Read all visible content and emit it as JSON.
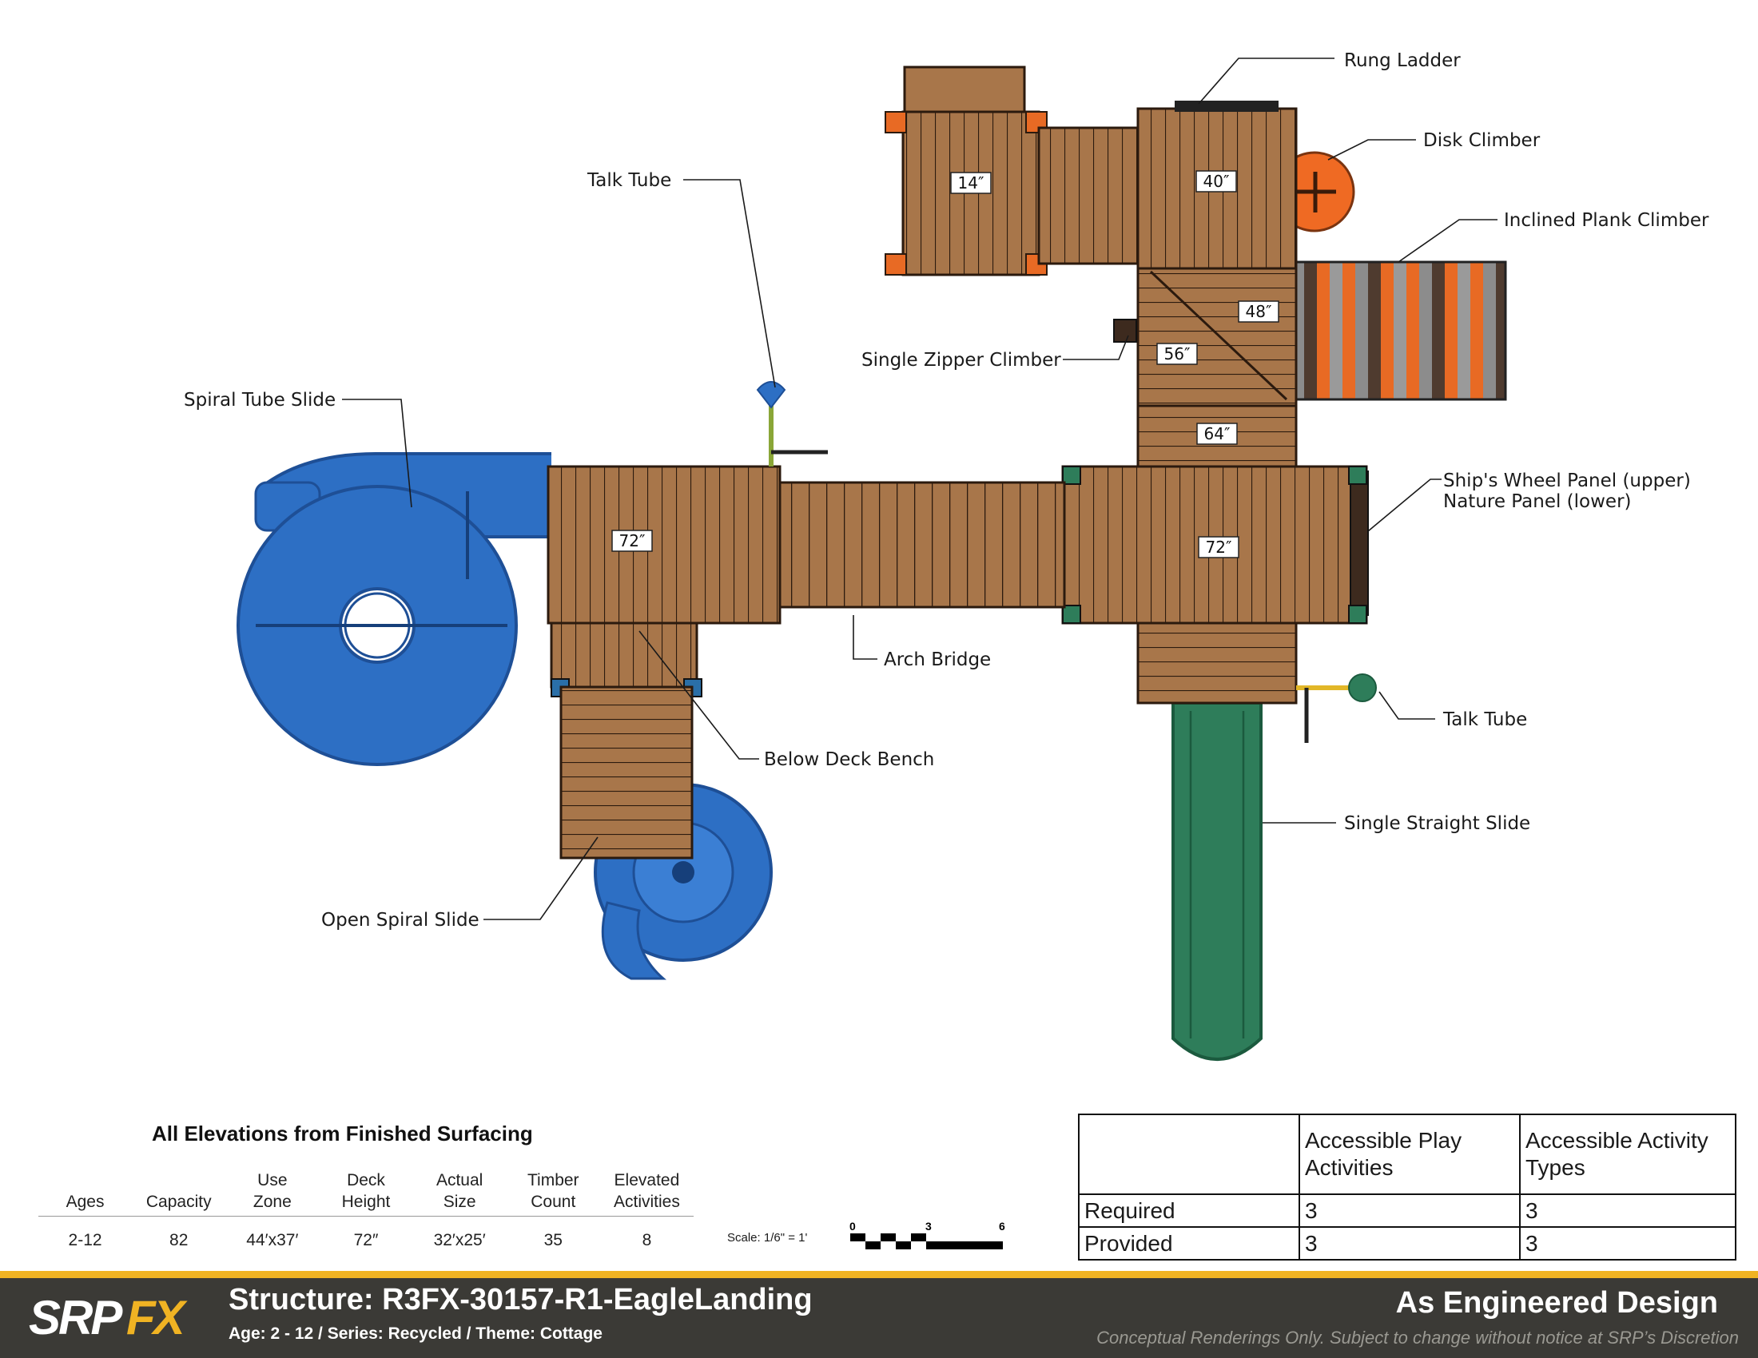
{
  "callouts": {
    "rung_ladder": "Rung Ladder",
    "disk_climber": "Disk Climber",
    "inclined_plank_climber": "Inclined Plank Climber",
    "talk_tube_top": "Talk Tube",
    "single_zipper_climber": "Single Zipper Climber",
    "spiral_tube_slide": "Spiral Tube Slide",
    "ships_wheel_panel": "Ship's Wheel Panel (upper)",
    "nature_panel": "Nature Panel (lower)",
    "arch_bridge": "Arch Bridge",
    "talk_tube_right": "Talk Tube",
    "below_deck_bench": "Below Deck Bench",
    "single_straight_slide": "Single Straight Slide",
    "open_spiral_slide": "Open Spiral Slide"
  },
  "deck_heights": {
    "d14": "14″",
    "d40": "40″",
    "d48": "48″",
    "d56": "56″",
    "d64": "64″",
    "d72_left": "72″",
    "d72_right": "72″"
  },
  "elevations_title": "All Elevations from Finished Surfacing",
  "specs": {
    "headers": [
      "Ages",
      "Capacity",
      "Use\nZone",
      "Deck\nHeight",
      "Actual\nSize",
      "Timber\nCount",
      "Elevated\nActivities"
    ],
    "values": [
      "2-12",
      "82",
      "44′x37′",
      "72″",
      "32′x25′",
      "35",
      "8"
    ]
  },
  "scale": {
    "label": "Scale: 1/6\" = 1'",
    "ticks": [
      "0",
      "3",
      "6"
    ]
  },
  "accessibility": {
    "col1": "Accessible Play Activities",
    "col2": "Accessible Activity Types",
    "rows": [
      {
        "label": "Required",
        "play": "3",
        "types": "3"
      },
      {
        "label": "Provided",
        "play": "3",
        "types": "3"
      }
    ]
  },
  "footer": {
    "logo_left": "SRP",
    "logo_right": "FX",
    "structure": "Structure: R3FX-30157-R1-EagleLanding",
    "subtitle": "Age: 2 - 12 / Series: Recycled / Theme: Cottage",
    "design": "As Engineered Design",
    "disclaimer": "Conceptual Renderings Only. Subject to change without notice at SRP’s Discretion"
  },
  "colors": {
    "deck_wood": "#a8764a",
    "plank_line": "#2b1a0e",
    "spiral_tube_blue": "#2d6fc4",
    "straight_slide_green": "#2e7d5a",
    "disk_orange": "#ef6a23",
    "footer_bg": "#3b3a36",
    "footer_accent": "#f0b323"
  }
}
